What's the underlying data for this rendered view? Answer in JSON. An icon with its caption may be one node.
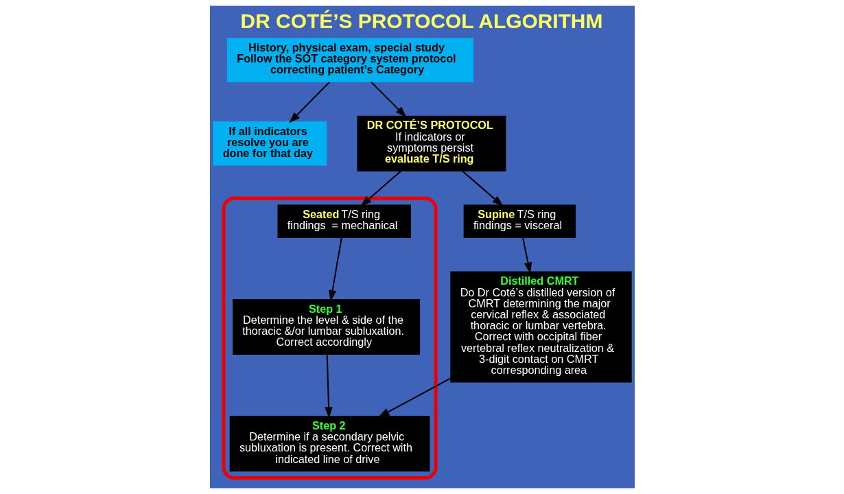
{
  "diagram": {
    "title": "DR COTÉ’S PROTOCOL ALGORITHM",
    "nodes": [
      {
        "text": [
          "History, physical exam, special study Follow the SOT category system protocol correcting patient’s Category"
        ]
      },
      {
        "text": [
          "If all indicators resolve you are done for that day"
        ]
      },
      {
        "text": [
          "DR COTÉ’S PROTOCOL",
          "If indicators or symptoms persist **evaluate T/S ring**"
        ]
      },
      {
        "text": [],
        "shape": "ellipse"
      },
      {
        "text": [
          "**Seated** T/S ring findings  = mechanical"
        ],
        "in": 3
      },
      {
        "text": [
          "**Supine** T/S ring findings = visceral"
        ]
      },
      {
        "text": [
          "Step 1",
          "Determine the level & side of the thoracic &/or lumbar subluxation. Correct accordingly"
        ],
        "in": 3
      },
      {
        "text": [
          "Distilled CMRT",
          "Do Dr Coté’s distilled version of CMRT determining the major cervical reflex & associated thoracic or lumbar vertebra. Correct with occipital fiber vertebral reflex neutralization & 3-digit contact on CMRT corresponding area"
        ]
      },
      {
        "text": [
          "Step 2",
          "Determine if a secondary pelvic subluxation is present. Correct with indicated line of drive"
        ],
        "in": 3
      }
    ],
    "edges": [
      {
        "from": 0,
        "to": 1,
        "arrow": "to"
      },
      {
        "from": 0,
        "to": 2,
        "arrow": "to"
      },
      {
        "from": 2,
        "to": 4,
        "arrow": "to"
      },
      {
        "from": 2,
        "to": 5,
        "arrow": "to"
      },
      {
        "from": 4,
        "to": 6,
        "arrow": "to"
      },
      {
        "from": 6,
        "to": 8,
        "arrow": "to"
      },
      {
        "from": 5,
        "to": 7,
        "arrow": "to"
      },
      {
        "from": 7,
        "to": 8,
        "arrow": "to"
      }
    ]
  }
}
